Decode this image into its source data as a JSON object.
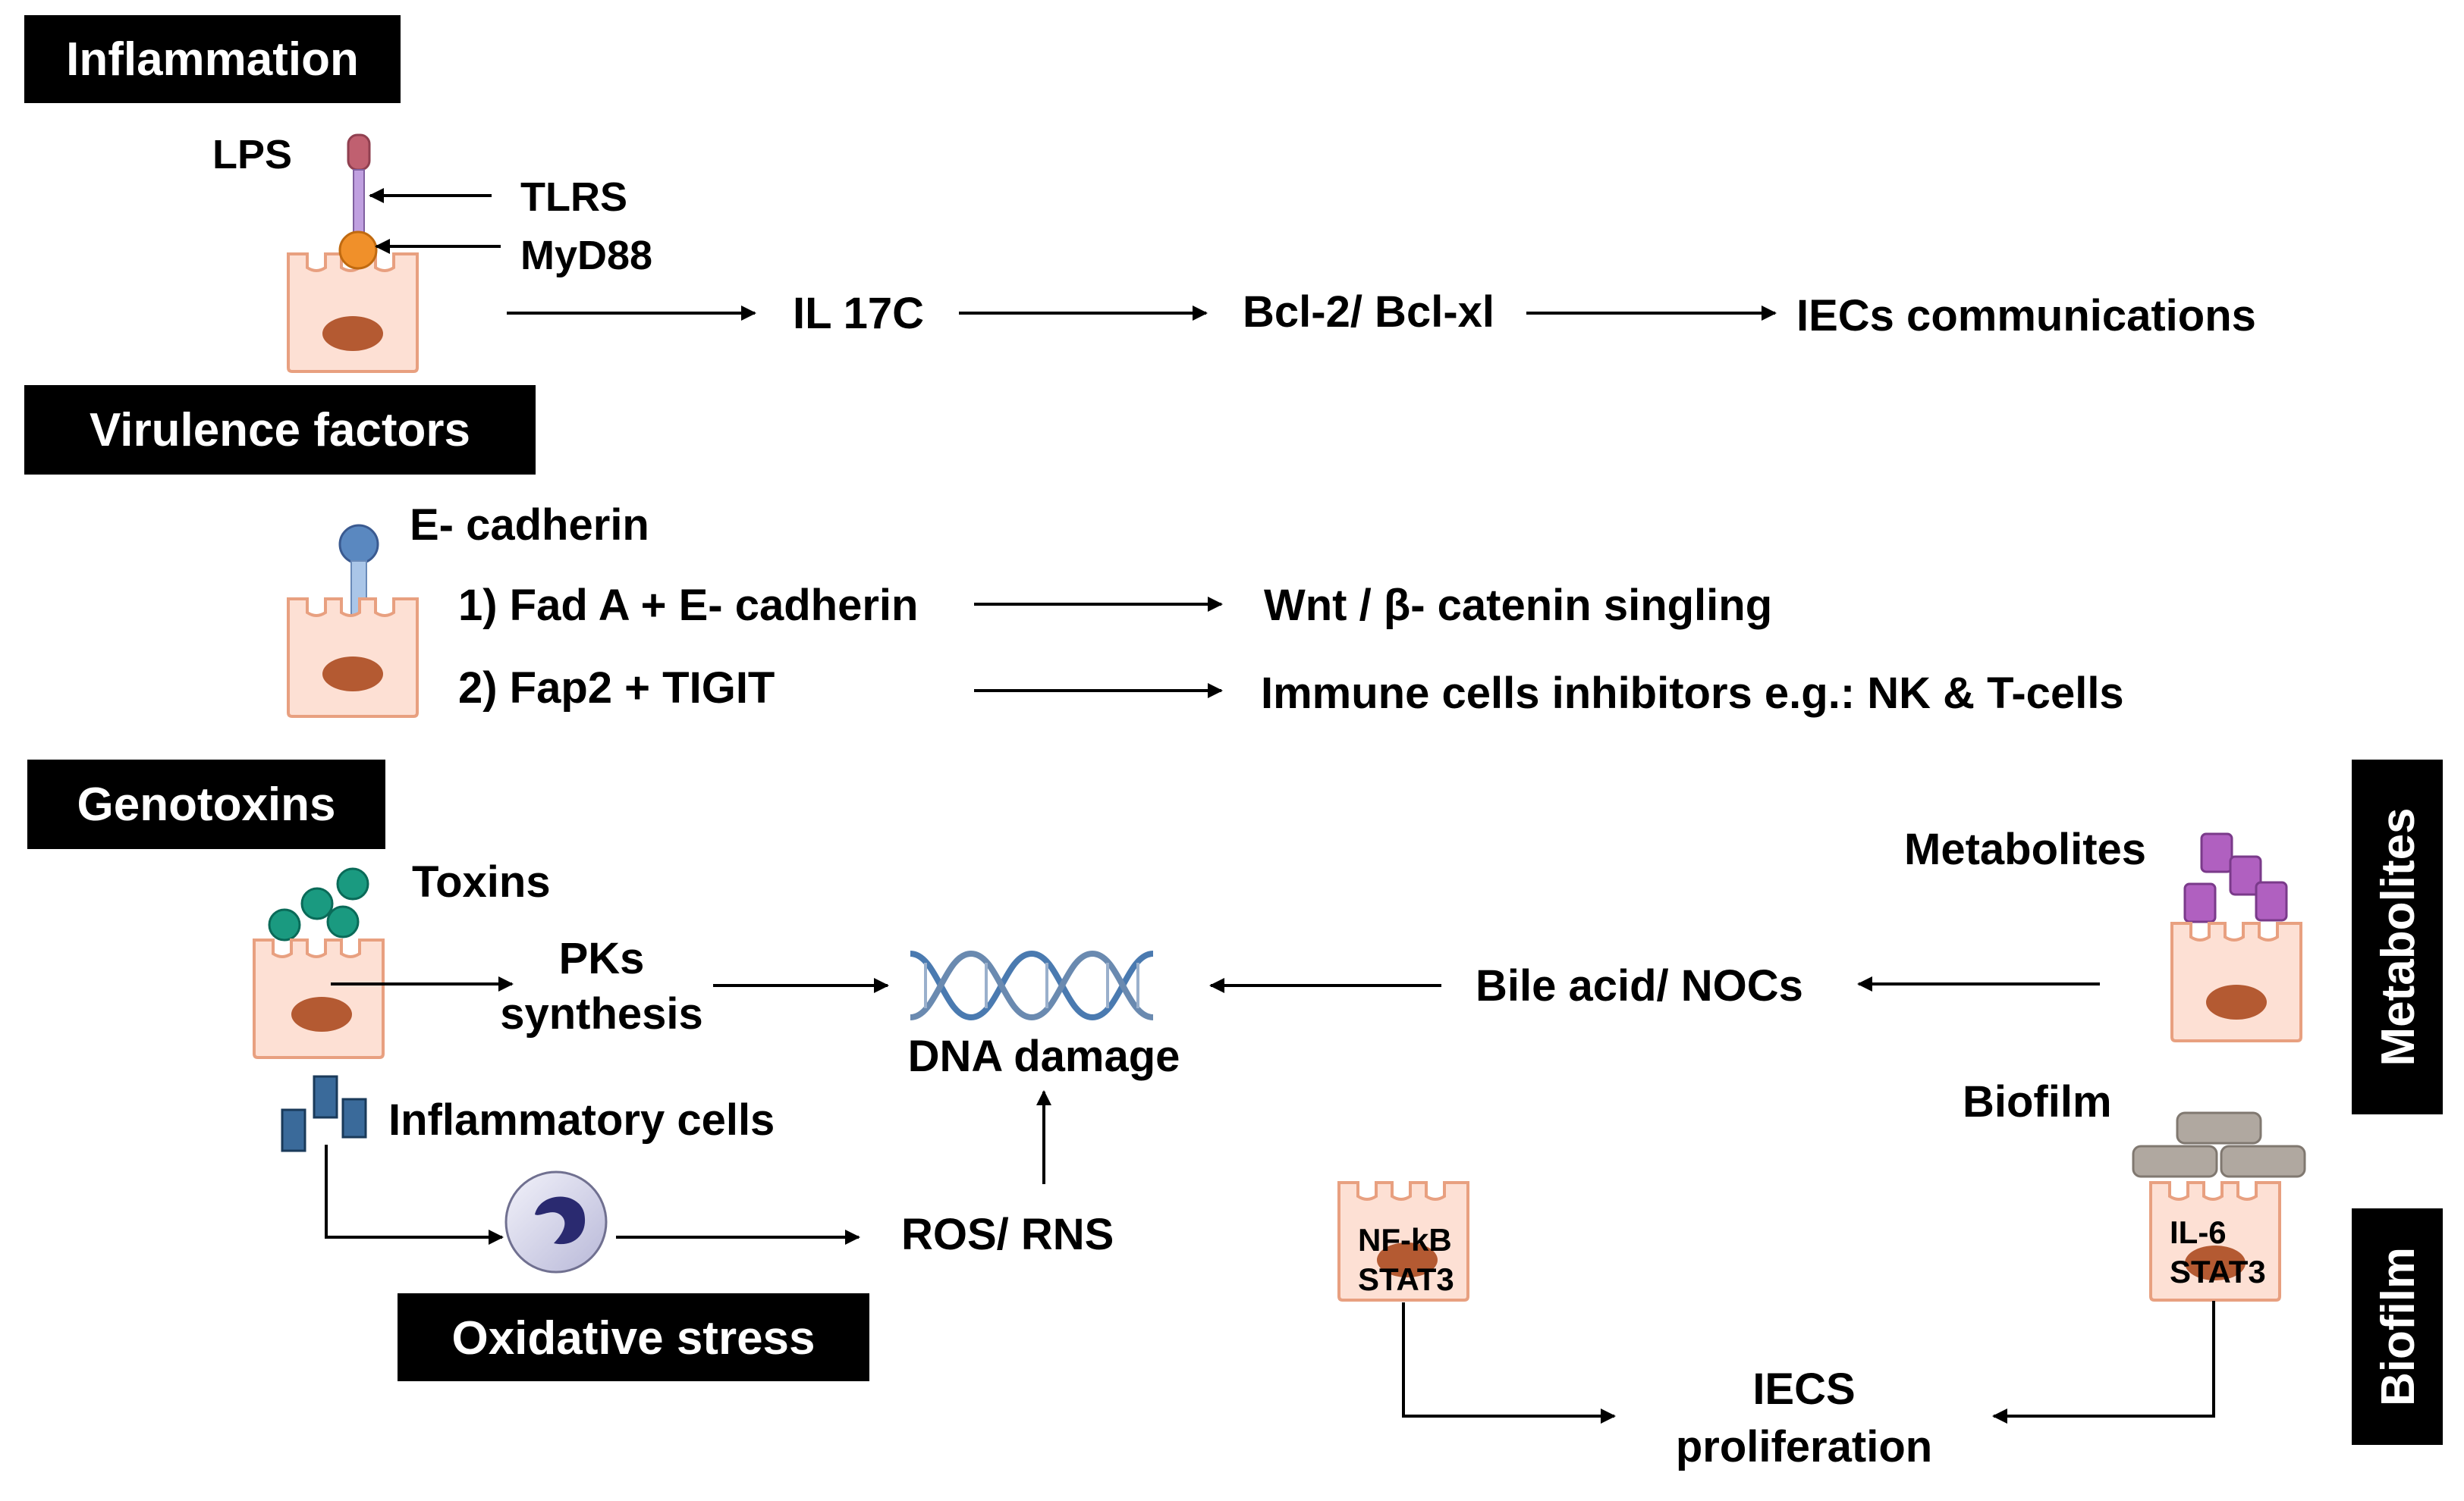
{
  "sections": {
    "inflammation": "Inflammation",
    "virulence": "Virulence factors",
    "genotoxins": "Genotoxins",
    "oxidative": "Oxidative stress",
    "metabolites": "Metabolites",
    "biofilm": "Biofilm"
  },
  "inflammation": {
    "lps": "LPS",
    "tlrs": "TLRS",
    "myd88": "MyD88",
    "il17c": "IL 17C",
    "bcl": "Bcl-2/ Bcl-xl",
    "iecs_comm": "IECs communications"
  },
  "virulence": {
    "ecadherin": "E- cadherin",
    "item1": "1) Fad A + E- cadherin",
    "item1_result": "Wnt / β- catenin singling",
    "item2": "2) Fap2  + TIGIT",
    "item2_result": "Immune cells inhibitors e.g.: NK & T-cells"
  },
  "genotoxins": {
    "toxins": "Toxins",
    "pks1": "PKs",
    "pks2": "synthesis",
    "dna": "DNA damage",
    "bile": "Bile acid/ NOCs",
    "metabolites_label": "Metabolites",
    "inflam_cells": "Inflammatory cells",
    "ros": "ROS/ RNS",
    "biofilm_label": "Biofilm",
    "nfkb": "NF-kB",
    "stat3_left": "STAT3",
    "il6": "IL-6",
    "stat3_right": "STAT3",
    "prolif1": "IECS",
    "prolif2": "proliferation"
  },
  "colors": {
    "cell_fill": "#fde0d4",
    "cell_stroke": "#e8a080",
    "nucleus": "#b45a32",
    "toxin": "#1a9a80",
    "metabolite": "#b060c0",
    "biofilm_block": "#b0a8a0",
    "inflam_cell": "#3a6a9a",
    "dna_strand": "#4a7ab0"
  }
}
